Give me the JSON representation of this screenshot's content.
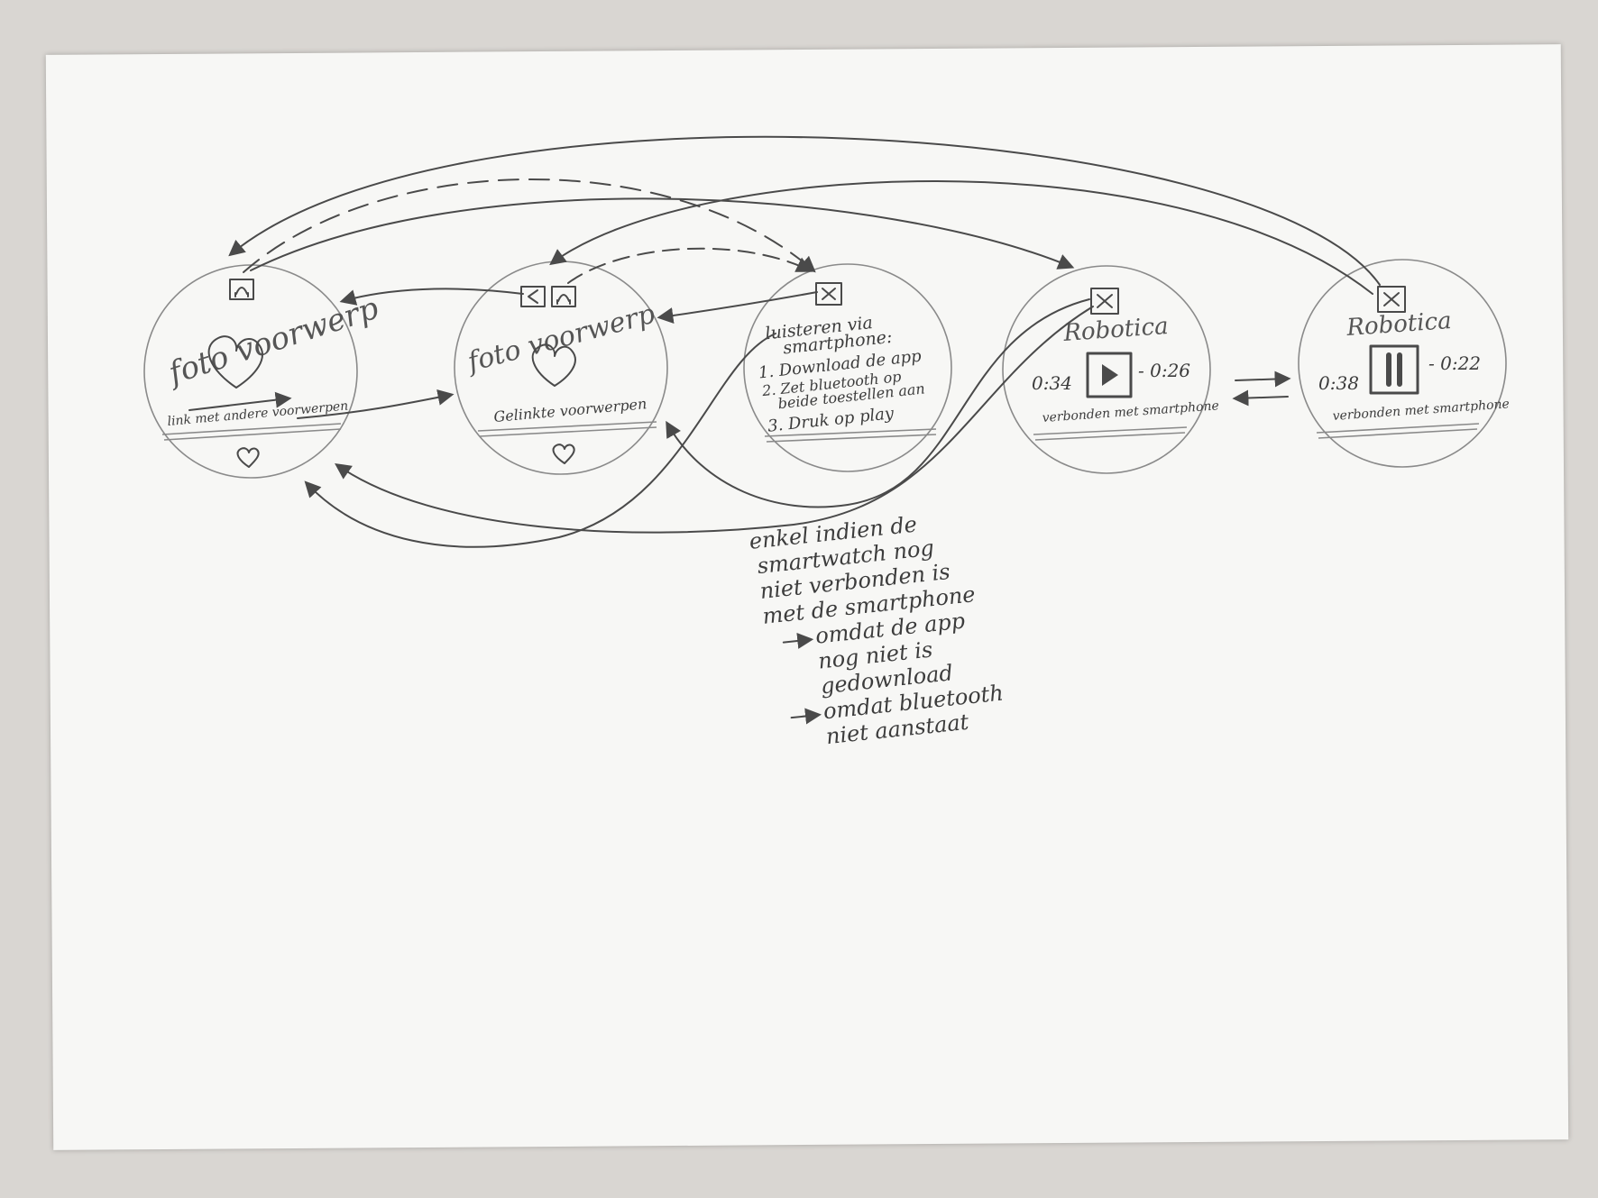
{
  "screens": {
    "s1": {
      "title": "foto voorwerp",
      "caption": "link met andere voorwerpen"
    },
    "s2": {
      "title": "foto voorwerp",
      "caption": "Gelinkte voorwerpen"
    },
    "s3": {
      "title_line1": "luisteren via",
      "title_line2": "smartphone:",
      "step1": "1. Download de app",
      "step2a": "2. Zet bluetooth op",
      "step2b": "beide toestellen aan",
      "step3": "3. Druk op play"
    },
    "s4": {
      "title": "Robotica",
      "elapsed": "0:34",
      "remaining": "- 0:26",
      "status": "verbonden met smartphone"
    },
    "s5": {
      "title": "Robotica",
      "elapsed": "0:38",
      "remaining": "- 0:22",
      "status": "verbonden met smartphone"
    }
  },
  "note": {
    "l1": "enkel indien de",
    "l2": "smartwatch nog",
    "l3": "niet verbonden is",
    "l4": "met de smartphone",
    "l5": "omdat de app",
    "l6": "nog niet is",
    "l7": "gedownload",
    "l8": "omdat bluetooth",
    "l9": "niet aanstaat"
  }
}
